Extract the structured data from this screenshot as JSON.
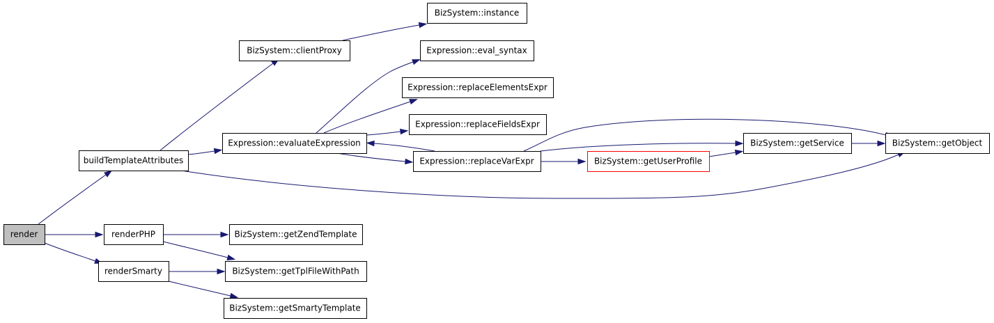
{
  "colors": {
    "edge": "#191970",
    "root_fill": "#bfbfbf",
    "node_fill": "#ffffff",
    "node_border": "#000000",
    "highlight_border": "#ff0000"
  },
  "nodes": [
    {
      "id": "render",
      "label": "render",
      "root": true
    },
    {
      "id": "buildTemplateAttributes",
      "label": "buildTemplateAttributes"
    },
    {
      "id": "renderPHP",
      "label": "renderPHP"
    },
    {
      "id": "renderSmarty",
      "label": "renderSmarty"
    },
    {
      "id": "clientProxy",
      "label": "BizSystem::clientProxy"
    },
    {
      "id": "instance",
      "label": "BizSystem::instance"
    },
    {
      "id": "evaluateExpression",
      "label": "Expression::evaluateExpression"
    },
    {
      "id": "eval_syntax",
      "label": "Expression::eval_syntax"
    },
    {
      "id": "replaceElementsExpr",
      "label": "Expression::replaceElementsExpr"
    },
    {
      "id": "replaceFieldsExpr",
      "label": "Expression::replaceFieldsExpr"
    },
    {
      "id": "replaceVarExpr",
      "label": "Expression::replaceVarExpr"
    },
    {
      "id": "getUserProfile",
      "label": "BizSystem::getUserProfile",
      "highlight": true
    },
    {
      "id": "getService",
      "label": "BizSystem::getService"
    },
    {
      "id": "getObject",
      "label": "BizSystem::getObject"
    },
    {
      "id": "getZendTemplate",
      "label": "BizSystem::getZendTemplate"
    },
    {
      "id": "getTplFileWithPath",
      "label": "BizSystem::getTplFileWithPath"
    },
    {
      "id": "getSmartyTemplate",
      "label": "BizSystem::getSmartyTemplate"
    }
  ],
  "edges": [
    {
      "from": "render",
      "to": "buildTemplateAttributes"
    },
    {
      "from": "render",
      "to": "renderPHP"
    },
    {
      "from": "render",
      "to": "renderSmarty"
    },
    {
      "from": "buildTemplateAttributes",
      "to": "clientProxy"
    },
    {
      "from": "buildTemplateAttributes",
      "to": "evaluateExpression"
    },
    {
      "from": "buildTemplateAttributes",
      "to": "getObject"
    },
    {
      "from": "clientProxy",
      "to": "instance"
    },
    {
      "from": "evaluateExpression",
      "to": "eval_syntax"
    },
    {
      "from": "evaluateExpression",
      "to": "replaceElementsExpr"
    },
    {
      "from": "evaluateExpression",
      "to": "replaceFieldsExpr"
    },
    {
      "from": "evaluateExpression",
      "to": "replaceVarExpr"
    },
    {
      "from": "replaceVarExpr",
      "to": "evaluateExpression"
    },
    {
      "from": "replaceVarExpr",
      "to": "getUserProfile"
    },
    {
      "from": "replaceVarExpr",
      "to": "getService"
    },
    {
      "from": "replaceVarExpr",
      "to": "getObject"
    },
    {
      "from": "getUserProfile",
      "to": "getService"
    },
    {
      "from": "getService",
      "to": "getObject"
    },
    {
      "from": "renderPHP",
      "to": "getZendTemplate"
    },
    {
      "from": "renderPHP",
      "to": "getTplFileWithPath"
    },
    {
      "from": "renderSmarty",
      "to": "getTplFileWithPath"
    },
    {
      "from": "renderSmarty",
      "to": "getSmartyTemplate"
    }
  ]
}
